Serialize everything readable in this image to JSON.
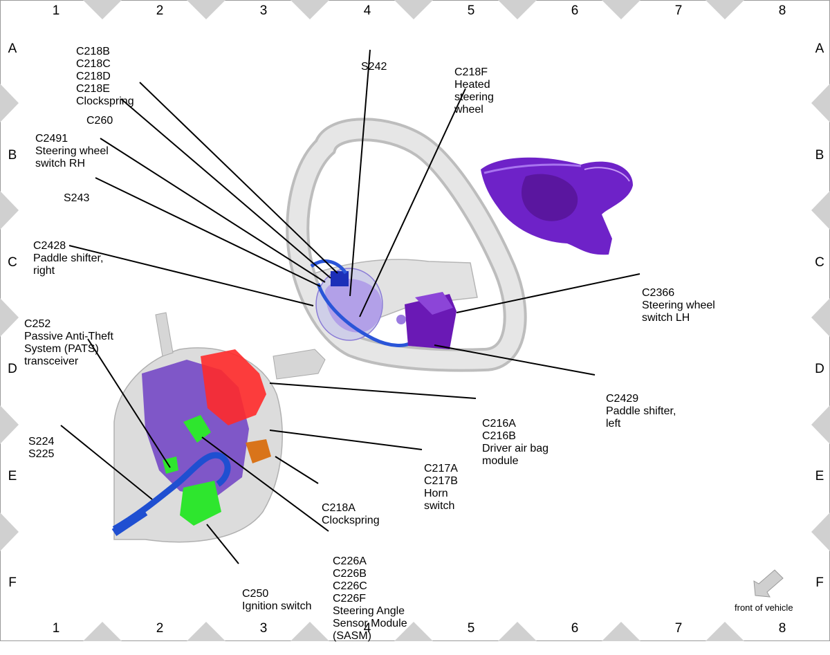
{
  "grid": {
    "columns": [
      "1",
      "2",
      "3",
      "4",
      "5",
      "6",
      "7",
      "8"
    ],
    "rows": [
      "A",
      "B",
      "C",
      "D",
      "E",
      "F"
    ]
  },
  "callouts": [
    {
      "id": "c218bcde",
      "lines": [
        "C218B",
        "C218C",
        "C218D",
        "C218E",
        "Clockspring"
      ]
    },
    {
      "id": "s242",
      "lines": [
        "S242"
      ]
    },
    {
      "id": "c218f",
      "lines": [
        "C218F",
        "Heated",
        "steering",
        "wheel"
      ]
    },
    {
      "id": "c260",
      "lines": [
        "C260"
      ]
    },
    {
      "id": "c2491",
      "lines": [
        "C2491",
        "Steering wheel",
        "switch RH"
      ]
    },
    {
      "id": "s243",
      "lines": [
        "S243"
      ]
    },
    {
      "id": "c2428",
      "lines": [
        "C2428",
        "Paddle shifter,",
        "right"
      ]
    },
    {
      "id": "c252",
      "lines": [
        "C252",
        "Passive Anti-Theft",
        "System (PATS)",
        "transceiver"
      ]
    },
    {
      "id": "c2366",
      "lines": [
        "C2366",
        "Steering wheel",
        "switch LH"
      ]
    },
    {
      "id": "c2429",
      "lines": [
        "C2429",
        "Paddle shifter,",
        "left"
      ]
    },
    {
      "id": "c216",
      "lines": [
        "C216A",
        "C216B",
        "Driver air bag",
        "module"
      ]
    },
    {
      "id": "s224",
      "lines": [
        "S224",
        "S225"
      ]
    },
    {
      "id": "c217",
      "lines": [
        "C217A",
        "C217B",
        "Horn",
        "switch"
      ]
    },
    {
      "id": "c218a",
      "lines": [
        "C218A",
        "Clockspring"
      ]
    },
    {
      "id": "c226",
      "lines": [
        "C226A",
        "C226B",
        "C226C",
        "C226F",
        "Steering Angle",
        "Sensor Module",
        "(SASM)"
      ]
    },
    {
      "id": "c250",
      "lines": [
        "C250",
        "Ignition switch"
      ]
    }
  ],
  "front_indicator": {
    "caption": "front of vehicle",
    "icon": "arrow-down-left-icon"
  },
  "colors": {
    "wheel": "#d9d9d9",
    "airbag": "#7b2fd0",
    "harness": "#1f4fd1",
    "connector_green": "#2ee62e",
    "connector_red": "#ff2a2a",
    "connector_orange": "#d9741a",
    "marker": "#d0d0d0"
  }
}
